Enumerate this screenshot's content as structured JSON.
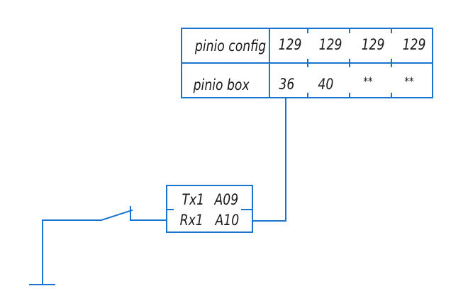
{
  "pinio_table": {
    "rows": [
      {
        "label": "pinio config",
        "cells": [
          "129",
          "129",
          "129",
          "129"
        ]
      },
      {
        "label": "pinio box",
        "cells": [
          "36",
          "40",
          "**",
          "**"
        ]
      }
    ]
  },
  "serial_block": {
    "tx_label": "Tx1",
    "tx_pin": "A09",
    "rx_label": "Rx1",
    "rx_pin": "A10"
  },
  "colors": {
    "line": "#1874cd",
    "text": "#1a1a1a",
    "background": "#ffffff"
  },
  "symbols": [
    "switch-icon",
    "ground-icon"
  ]
}
